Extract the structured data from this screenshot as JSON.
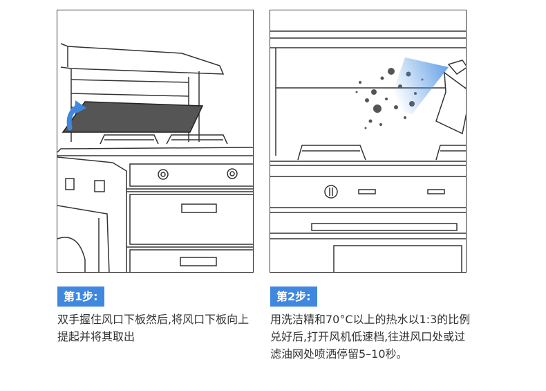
{
  "steps": [
    {
      "label": "第1步:",
      "text": "双手握住风口下板然后,将风口下板向上提起并将其取出"
    },
    {
      "label": "第2步:",
      "text": "用洗洁精和70°C以上的热水以1:3的比例兑好后,打开风机低速档,往进风口处或过滤油网处喷洒停留5–10秒。"
    }
  ],
  "colors": {
    "badge": "#3f87df",
    "arrow": "#3f87df",
    "panel_removed": "#555555",
    "spray": "#4a90e2"
  },
  "icons": [
    "curved-arrow-icon",
    "spray-bottle-icon",
    "knob-icon"
  ]
}
